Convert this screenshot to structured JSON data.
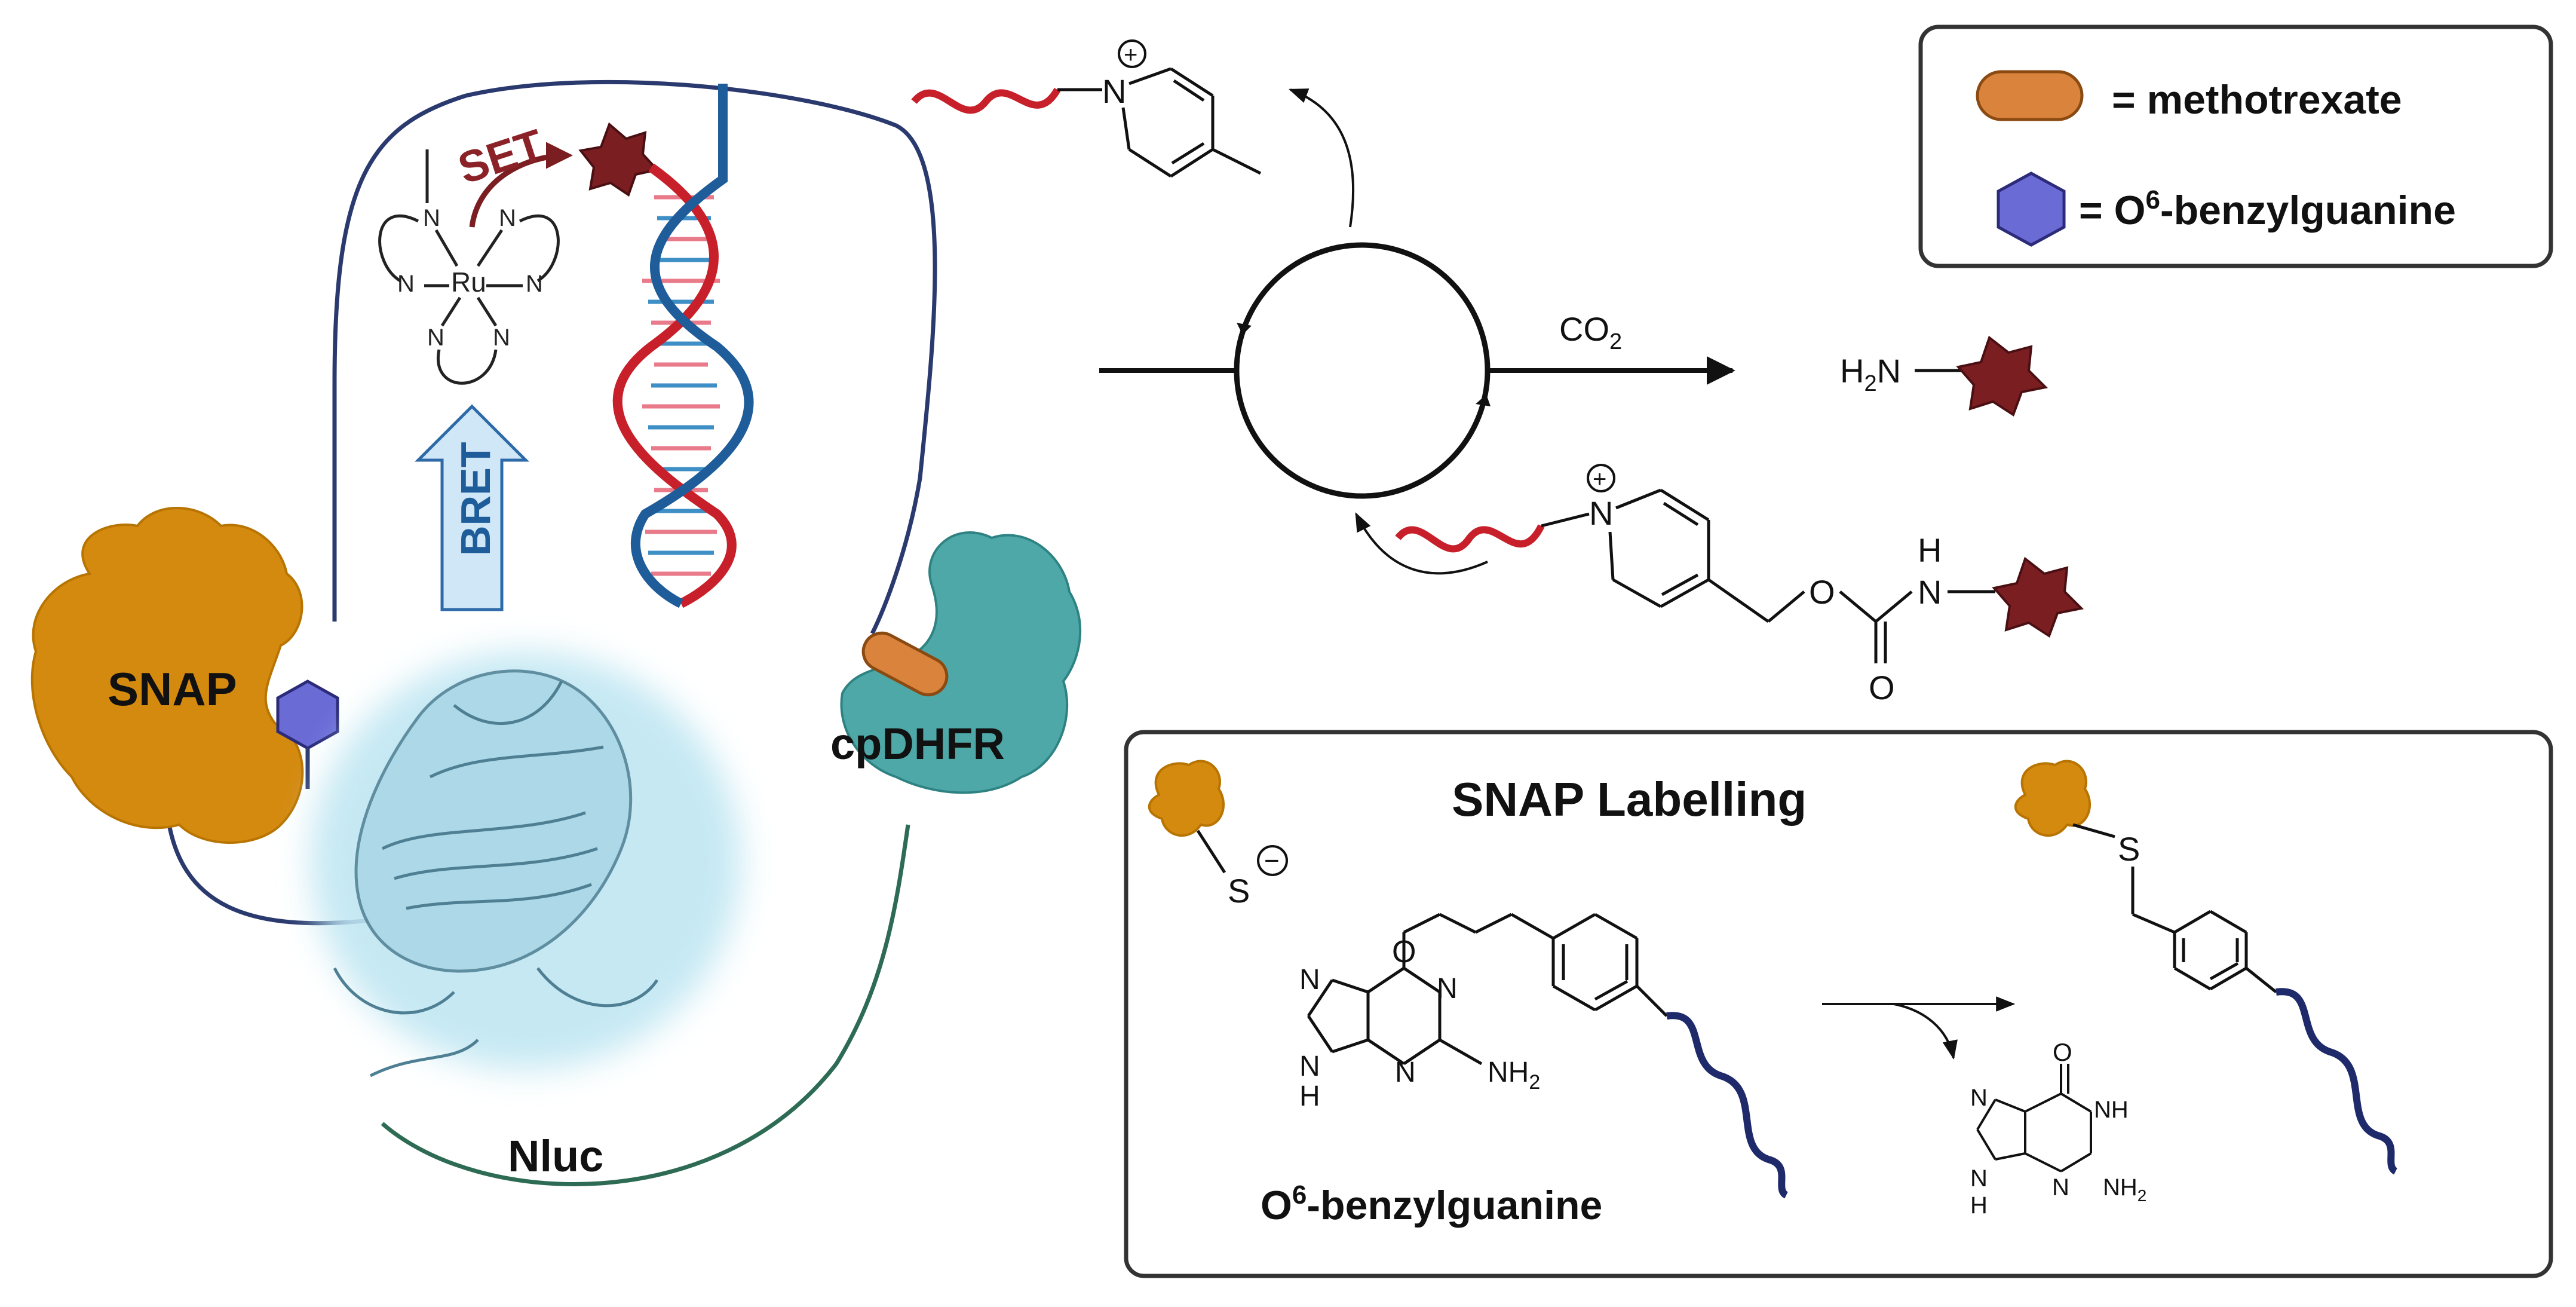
{
  "legend": {
    "methotrexate_label": "= methotrexate",
    "benzylguanine_label_prefix": "= O",
    "benzylguanine_label_sup": "6",
    "benzylguanine_label_suffix": "-benzylguanine",
    "methotrexate_color": "#D9833C",
    "benzylguanine_color": "#6B6BD6"
  },
  "sensor": {
    "snap_label": "SNAP",
    "cpdhfr_label": "cpDHFR",
    "nluc_label": "Nluc",
    "bret_label": "BRET",
    "set_label": "SET",
    "ru_label": "Ru",
    "n_atom": "N",
    "snap_color": "#D4890F",
    "cpdhfr_color": "#4EA8A8",
    "nluc_color": "#A9D6E5",
    "dna_red": "#C8202A",
    "dna_blue": "#1E5C9A",
    "cargo_color": "#7A1E22"
  },
  "reaction": {
    "co2_label": "CO",
    "co2_sub": "2",
    "amine_h": "H",
    "amine_sub": "2",
    "amine_n": "N",
    "pyridinium_n": "N",
    "plus_sign": "+",
    "carbamate_o": "O",
    "carbamate_nh_n": "N",
    "carbamate_nh_h": "H",
    "carbonyl_o": "O"
  },
  "snap_labelling": {
    "title": "SNAP Labelling",
    "thiolate_s": "S",
    "minus_sign": "−",
    "product_s": "S",
    "ether_o": "O",
    "n_atom": "N",
    "nh_label": "H",
    "nh2_label": "NH",
    "nh2_sub": "2",
    "bg_name_prefix": "O",
    "bg_name_sup": "6",
    "bg_name_suffix": "-benzylguanine",
    "guanine_o": "O",
    "guanine_nh": "NH",
    "guanine_nh2": "NH",
    "guanine_nh2_sub": "2"
  }
}
